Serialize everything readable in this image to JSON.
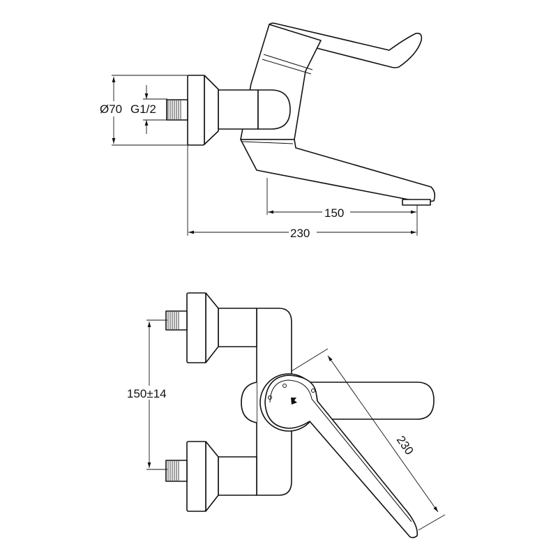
{
  "side_view": {
    "diameter_label": "Ø70",
    "thread_label": "G1/2",
    "spout_reach_label": "150",
    "total_length_label": "230"
  },
  "top_view": {
    "center_distance_label": "150±14",
    "lever_length_label": "230"
  },
  "colors": {
    "line": "#111111",
    "background": "#ffffff"
  }
}
